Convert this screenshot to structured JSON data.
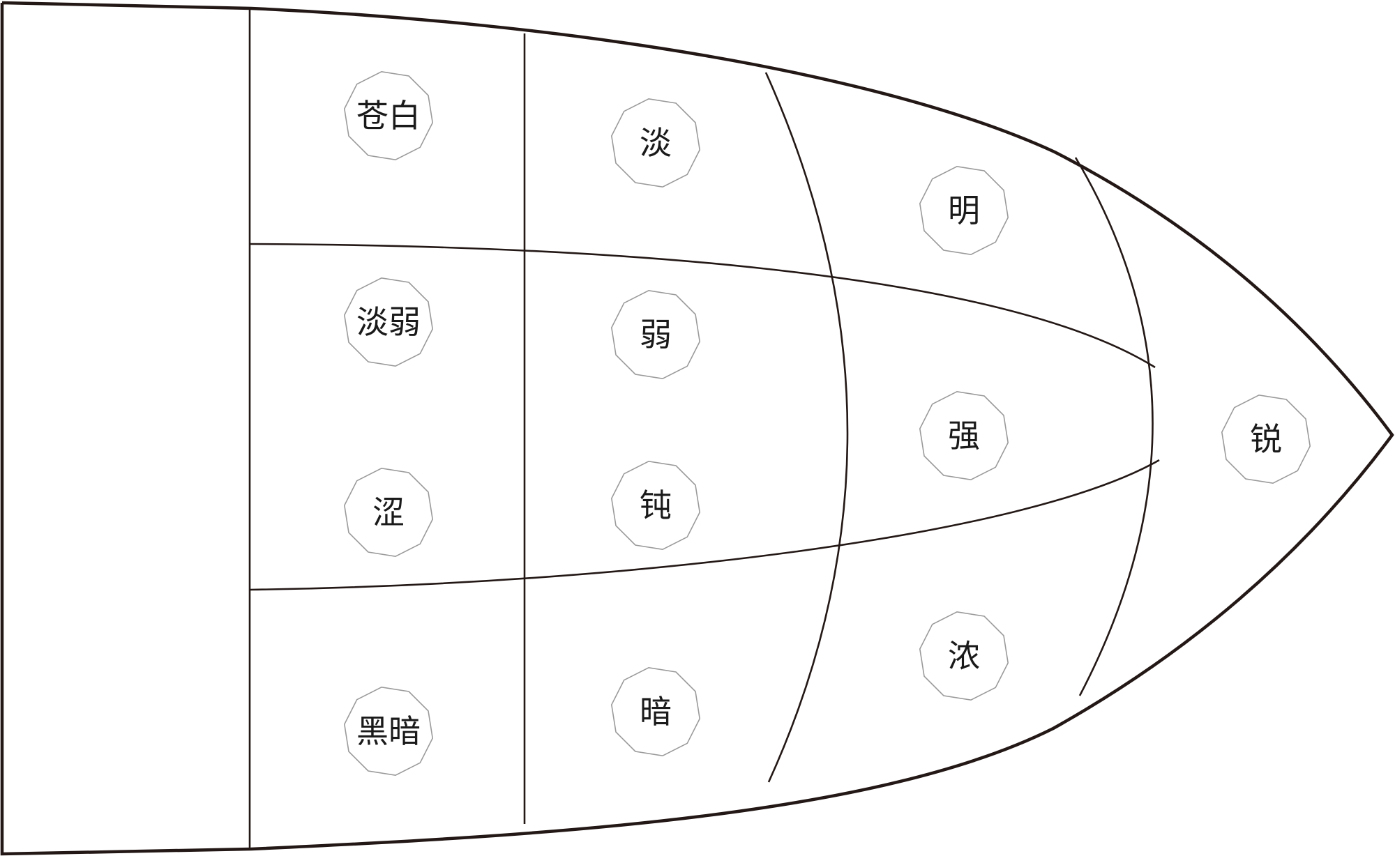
{
  "diagram": {
    "stroke_color": "#231815",
    "node_border_color": "#9a9a9a",
    "nodes": [
      {
        "id": "pale-white",
        "label": "苍白"
      },
      {
        "id": "faint-weak",
        "label": "淡弱"
      },
      {
        "id": "rough",
        "label": "涩"
      },
      {
        "id": "black-dark",
        "label": "黑暗"
      },
      {
        "id": "light",
        "label": "淡"
      },
      {
        "id": "weak",
        "label": "弱"
      },
      {
        "id": "dull",
        "label": "钝"
      },
      {
        "id": "dark",
        "label": "暗"
      },
      {
        "id": "bright",
        "label": "明"
      },
      {
        "id": "strong",
        "label": "强"
      },
      {
        "id": "thick",
        "label": "浓"
      },
      {
        "id": "sharp",
        "label": "锐"
      }
    ]
  }
}
